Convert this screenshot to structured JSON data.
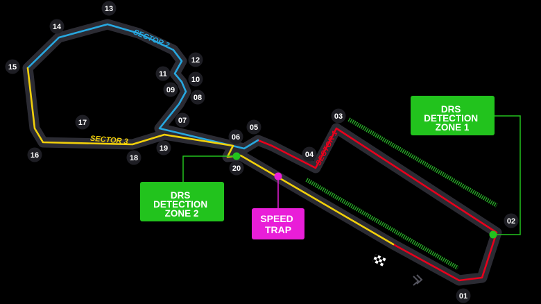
{
  "colors": {
    "background": "#000000",
    "track_base": "#2b2b33",
    "sector_1": "#e8001c",
    "sector_2": "#27a8e0",
    "sector_3": "#f2d00a",
    "drs_zone": "#26a626",
    "drs_box": "#22c31d",
    "speed_trap": "#e91ed8",
    "connector": "#22c31d",
    "turn_badge": "#1e1e24",
    "text": "#ffffff"
  },
  "sectors": [
    {
      "label": "SECTOR 1",
      "color": "#e8001c"
    },
    {
      "label": "SECTOR 2",
      "color": "#27a8e0"
    },
    {
      "label": "SECTOR 3",
      "color": "#f2d00a"
    }
  ],
  "turns": [
    "01",
    "02",
    "03",
    "04",
    "05",
    "06",
    "07",
    "08",
    "09",
    "10",
    "11",
    "12",
    "13",
    "14",
    "15",
    "16",
    "17",
    "18",
    "19",
    "20"
  ],
  "drs_detection_zones": [
    {
      "lines": [
        "DRS",
        "DETECTION",
        "ZONE 1"
      ]
    },
    {
      "lines": [
        "DRS",
        "DETECTION",
        "ZONE 2"
      ]
    }
  ],
  "speed_trap": {
    "lines": [
      "SPEED",
      "TRAP"
    ]
  },
  "icons": {
    "start_finish": "checkered-flag-icon",
    "direction": "chevron-direction-icon"
  }
}
